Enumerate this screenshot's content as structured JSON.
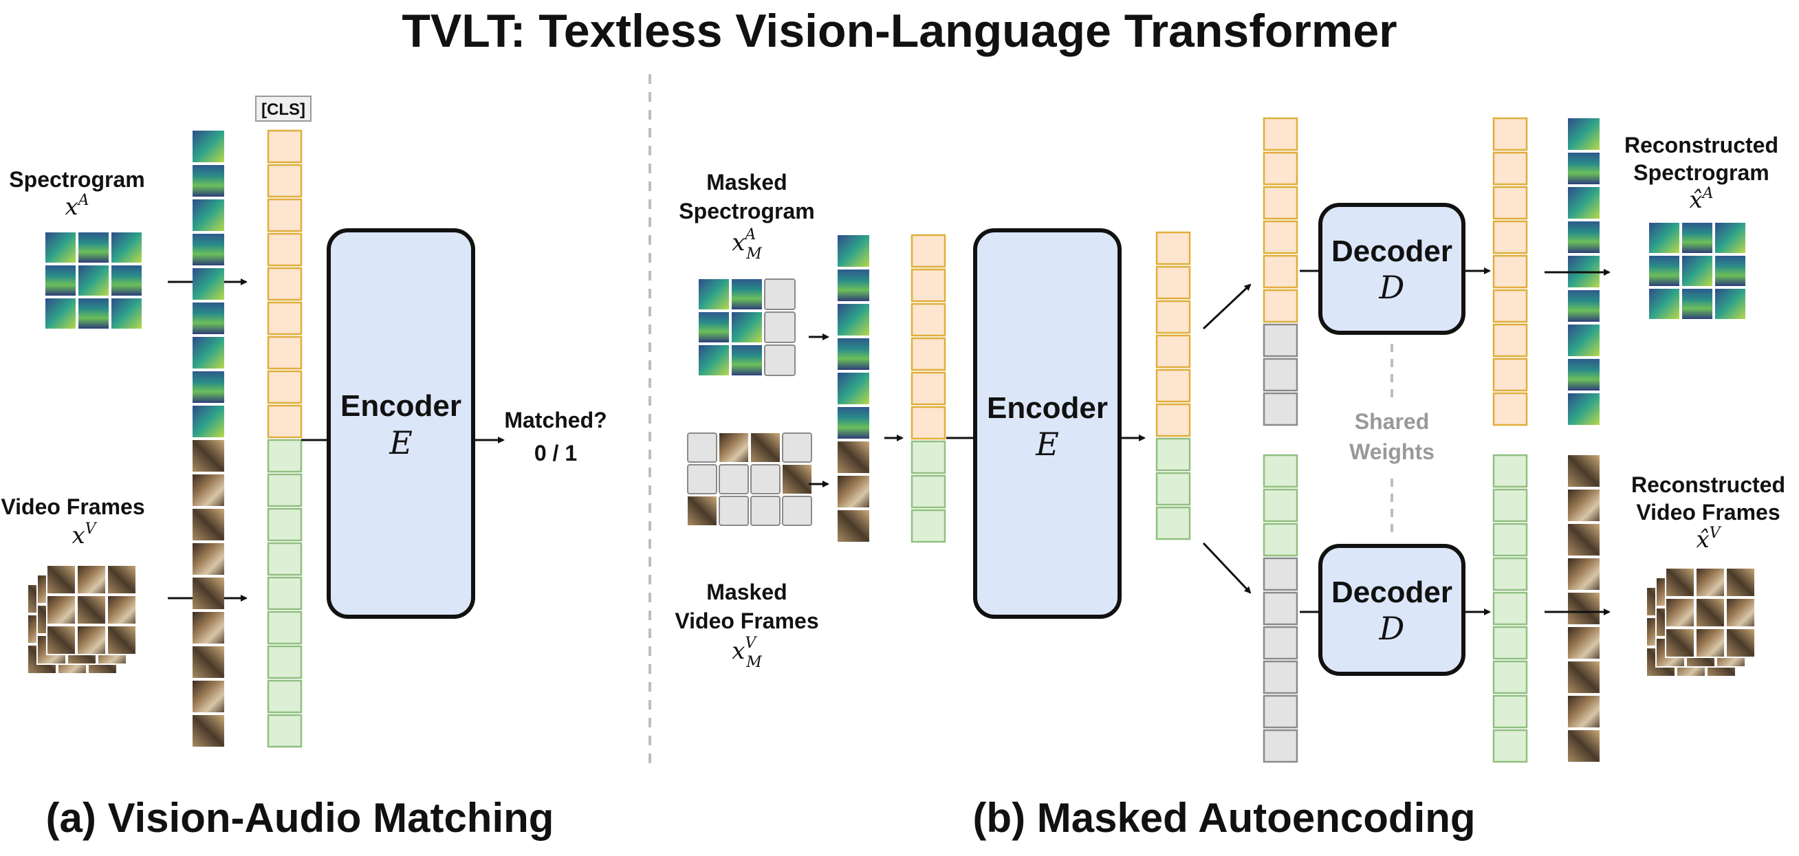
{
  "title": "TVLT: Textless Vision-Language Transformer",
  "colors": {
    "audio_token_fill": "#fde5cf",
    "audio_token_stroke": "#e0ae3a",
    "video_token_fill": "#ddf0d6",
    "video_token_stroke": "#8fbf7f",
    "mask_fill": "#e3e3e3",
    "mask_stroke": "#8a8a8a",
    "box_fill": "#dbe6f8",
    "box_stroke": "#111111",
    "divider": "#bdbdbd",
    "shared_weights_text": "#999999"
  },
  "panel_a": {
    "caption": "(a) Vision-Audio Matching",
    "cls_label": "[CLS]",
    "spectrogram_label": "Spectrogram",
    "spectrogram_symbol": "x",
    "spectrogram_sup": "A",
    "video_label": "Video Frames",
    "video_symbol": "x",
    "video_sup": "V",
    "encoder_label": "Encoder",
    "encoder_symbol": "E",
    "output_label": "Matched?",
    "output_value": "0 / 1"
  },
  "panel_b": {
    "caption": "(b) Masked Autoencoding",
    "masked_spectrogram_line1": "Masked",
    "masked_spectrogram_line2": "Spectrogram",
    "masked_spectrogram_symbol": "x",
    "masked_spectrogram_sup": "A",
    "masked_spectrogram_sub": "M",
    "masked_video_line1": "Masked",
    "masked_video_line2": "Video Frames",
    "masked_video_symbol": "x",
    "masked_video_sup": "V",
    "masked_video_sub": "M",
    "encoder_label": "Encoder",
    "encoder_symbol": "E",
    "decoder_top_label": "Decoder",
    "decoder_top_symbol": "D",
    "decoder_bottom_label": "Decoder",
    "decoder_bottom_symbol": "D",
    "shared_line1": "Shared",
    "shared_line2": "Weights",
    "recon_spec_line1": "Reconstructed",
    "recon_spec_line2": "Spectrogram",
    "recon_spec_symbol": "x̂",
    "recon_spec_sup": "A",
    "recon_video_line1": "Reconstructed",
    "recon_video_line2": "Video Frames",
    "recon_video_symbol": "x̂",
    "recon_video_sup": "V"
  }
}
